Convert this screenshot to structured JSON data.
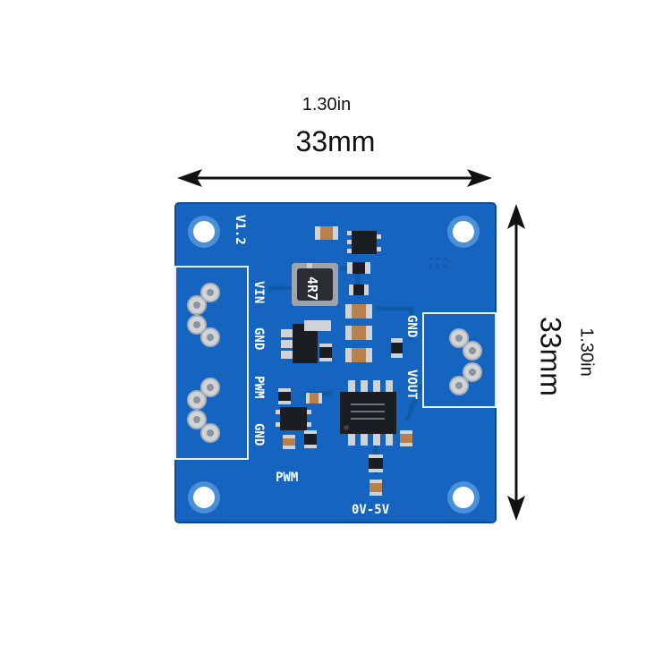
{
  "dimensions": {
    "width_inches": "1.30in",
    "width_mm": "33mm",
    "height_inches": "1.30in",
    "height_mm": "33mm"
  },
  "board": {
    "version": "V1.2",
    "inductor_marking": "4R7",
    "left_pins": [
      "VIN",
      "GND",
      "PWM",
      "GND"
    ],
    "right_pins": [
      "GND",
      "VOUT"
    ],
    "pwm_label": "PWM",
    "output_range": "0V-5V"
  },
  "colors": {
    "pcb_blue": "#1565c0",
    "silkscreen": "#ffffff",
    "pad_silver": "#d0d4d8",
    "chip_black": "#1a1d22"
  }
}
